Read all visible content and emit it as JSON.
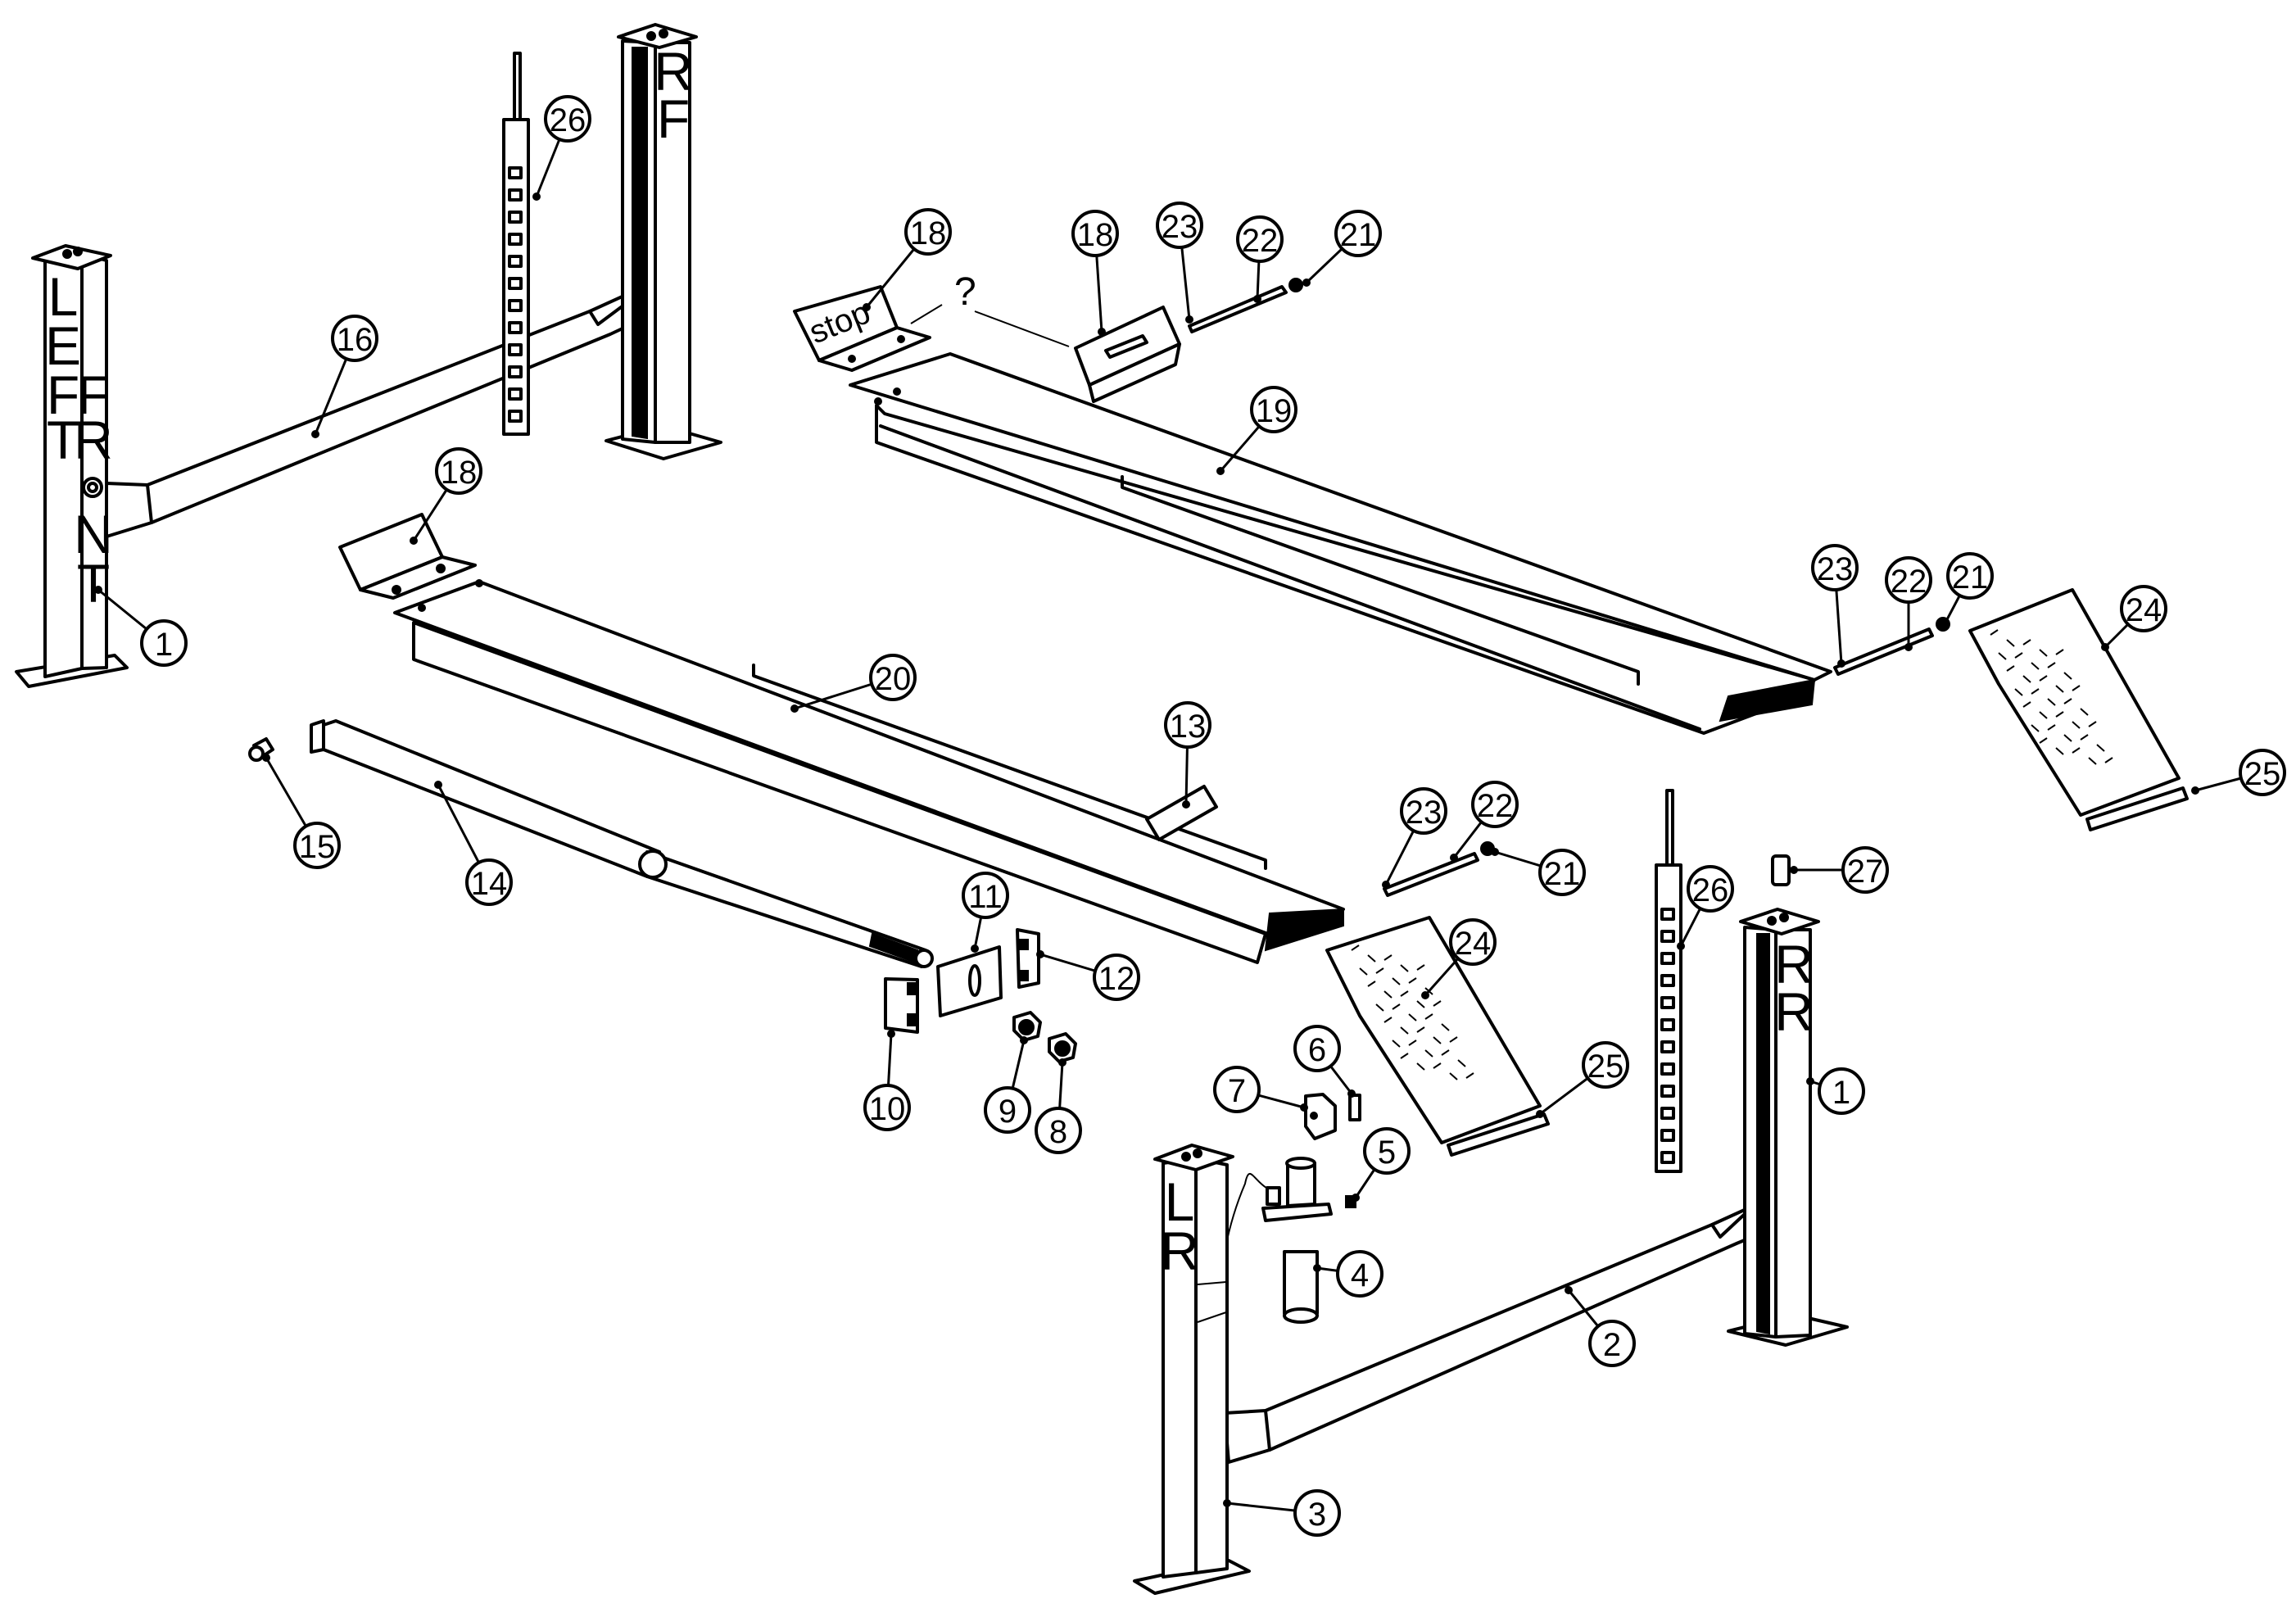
{
  "diagram": {
    "title": "Four-post lift exploded parts view",
    "post_labels": {
      "left_front_a": [
        "L",
        "E",
        "F",
        "T"
      ],
      "left_front_b": [
        "F",
        "R",
        "O",
        "N",
        "T"
      ],
      "right_front": [
        "R",
        "F"
      ],
      "left_rear": [
        "L",
        "R"
      ],
      "right_rear": [
        "R",
        "R"
      ]
    },
    "stop_label": "stop",
    "unknown_marker": "?",
    "callouts": [
      {
        "id": "c1a",
        "num": "1",
        "part": "left-front-post"
      },
      {
        "id": "c1b",
        "num": "1",
        "part": "right-rear-post"
      },
      {
        "id": "c2",
        "num": "2",
        "part": "rear-crossbar"
      },
      {
        "id": "c3",
        "num": "3",
        "part": "left-rear-post"
      },
      {
        "id": "c4",
        "num": "4",
        "part": "power-unit"
      },
      {
        "id": "c5",
        "num": "5",
        "part": "switch-fitting"
      },
      {
        "id": "c6",
        "num": "6",
        "part": "small-bracket"
      },
      {
        "id": "c7",
        "num": "7",
        "part": "mounting-plate"
      },
      {
        "id": "c8",
        "num": "8",
        "part": "nut"
      },
      {
        "id": "c9",
        "num": "9",
        "part": "nut"
      },
      {
        "id": "c10",
        "num": "10",
        "part": "cylinder-bracket"
      },
      {
        "id": "c11",
        "num": "11",
        "part": "cylinder-mount-plate"
      },
      {
        "id": "c12",
        "num": "12",
        "part": "clamp-bracket"
      },
      {
        "id": "c13",
        "num": "13",
        "part": "angle-bracket"
      },
      {
        "id": "c14",
        "num": "14",
        "part": "hydraulic-cylinder"
      },
      {
        "id": "c15",
        "num": "15",
        "part": "clevis-pin"
      },
      {
        "id": "c16",
        "num": "16",
        "part": "front-crossbar"
      },
      {
        "id": "c18a",
        "num": "18",
        "part": "stop-plate"
      },
      {
        "id": "c18b",
        "num": "18",
        "part": "wheel-stop"
      },
      {
        "id": "c18c",
        "num": "18",
        "part": "stop-plate"
      },
      {
        "id": "c19",
        "num": "19",
        "part": "right-runway"
      },
      {
        "id": "c20",
        "num": "20",
        "part": "left-runway"
      },
      {
        "id": "c21a",
        "num": "21",
        "part": "cap"
      },
      {
        "id": "c22a",
        "num": "22",
        "part": "axle-rod"
      },
      {
        "id": "c23a",
        "num": "23",
        "part": "cotter-pin"
      },
      {
        "id": "c21b",
        "num": "21",
        "part": "cap"
      },
      {
        "id": "c22b",
        "num": "22",
        "part": "axle-rod"
      },
      {
        "id": "c23b",
        "num": "23",
        "part": "cotter-pin"
      },
      {
        "id": "c21c",
        "num": "21",
        "part": "cap"
      },
      {
        "id": "c22c",
        "num": "22",
        "part": "axle-rod"
      },
      {
        "id": "c23c",
        "num": "23",
        "part": "cotter-pin"
      },
      {
        "id": "c24a",
        "num": "24",
        "part": "approach-ramp"
      },
      {
        "id": "c24b",
        "num": "24",
        "part": "approach-ramp"
      },
      {
        "id": "c25a",
        "num": "25",
        "part": "ramp-hinge-plate"
      },
      {
        "id": "c25b",
        "num": "25",
        "part": "ramp-hinge-plate"
      },
      {
        "id": "c26a",
        "num": "26",
        "part": "safety-ladder"
      },
      {
        "id": "c26b",
        "num": "26",
        "part": "safety-ladder"
      },
      {
        "id": "c27",
        "num": "27",
        "part": "bushing"
      }
    ]
  }
}
